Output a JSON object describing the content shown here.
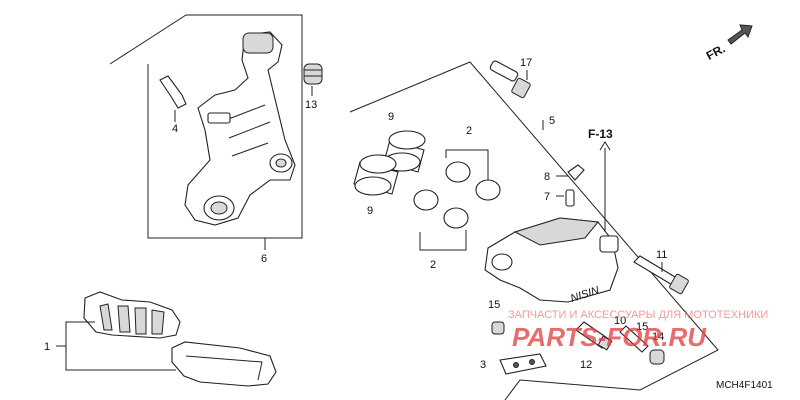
{
  "labels": {
    "l1": "1",
    "l2a": "2",
    "l2b": "2",
    "l3": "3",
    "l4": "4",
    "l5": "5",
    "l6": "6",
    "l7": "7",
    "l8": "8",
    "l9a": "9",
    "l9b": "9",
    "l10": "10",
    "l11": "11",
    "l12": "12",
    "l13": "13",
    "l14": "14",
    "l15a": "15",
    "l15b": "15",
    "l17": "17"
  },
  "ref": "F-13",
  "fr_label": "FR.",
  "caliper_brand": "NISIN",
  "diagram_code": "MCH4F1401",
  "watermark": {
    "line1": "ЗАПЧАСТИ И АКСЕССУАРЫ ДЛЯ МОТОТЕХНИКИ",
    "brand": "PARTS-FOR.RU"
  }
}
